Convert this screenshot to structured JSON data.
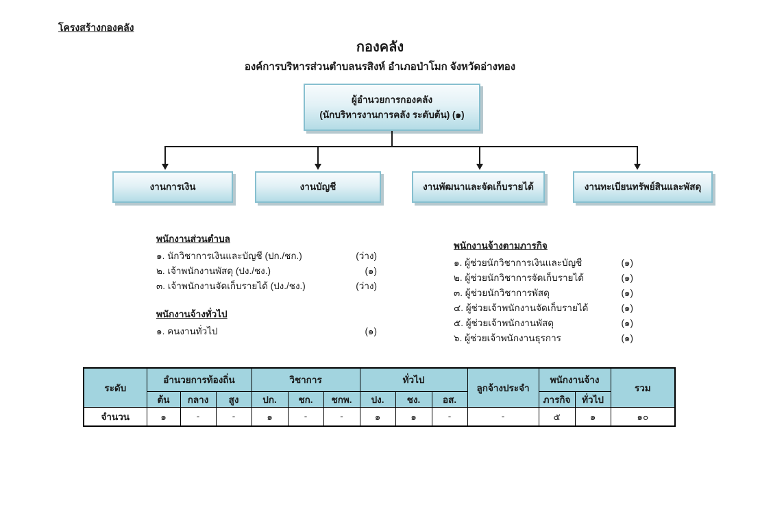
{
  "page": {
    "heading": "โครงสร้างกองคลัง",
    "title": "กองคลัง",
    "subtitle": "องค์การบริหารส่วนตำบลนรสิงห์ อำเภอป่าโมก จังหวัดอ่างทอง"
  },
  "org_chart": {
    "root": {
      "line1": "ผู้อำนวยการกองคลัง",
      "line2": "(นักบริหารงานการคลัง ระดับต้น) (๑)"
    },
    "children": [
      {
        "label": "งานการเงิน"
      },
      {
        "label": "งานบัญชี"
      },
      {
        "label": "งานพัฒนาและจัดเก็บรายได้"
      },
      {
        "label": "งานทะเบียนทรัพย์สินและพัสดุ"
      }
    ]
  },
  "staff_lists": {
    "municipal": {
      "heading": "พนักงานส่วนตำบล",
      "items": [
        {
          "label": "๑. นักวิชาการเงินและบัญชี (ปก./ชก.)",
          "count": "(ว่าง)"
        },
        {
          "label": "๒. เจ้าพนักงานพัสดุ (ปง./ชง.)",
          "count": "(๑)"
        },
        {
          "label": "๓. เจ้าพนักงานจัดเก็บรายได้ (ปง./ชง.)",
          "count": "(ว่าง)"
        }
      ]
    },
    "general": {
      "heading": "พนักงานจ้างทั่วไป",
      "items": [
        {
          "label": "๑. คนงานทั่วไป",
          "count": "(๑)"
        }
      ]
    },
    "mission": {
      "heading": "พนักงานจ้างตามภารกิจ",
      "items": [
        {
          "label": "๑. ผู้ช่วยนักวิชาการเงินและบัญชี",
          "count": "(๑)"
        },
        {
          "label": "๒. ผู้ช่วยนักวิชาการจัดเก็บรายได้",
          "count": "(๑)"
        },
        {
          "label": "๓. ผู้ช่วยนักวิชาการพัสดุ",
          "count": "(๑)"
        },
        {
          "label": "๔. ผู้ช่วยเจ้าพนักงานจัดเก็บรายได้",
          "count": "(๑)"
        },
        {
          "label": "๕. ผู้ช่วยเจ้าพนักงานพัสดุ",
          "count": "(๑)"
        },
        {
          "label": "๖. ผู้ช่วยเจ้าพนักงานธุรการ",
          "count": "(๑)"
        }
      ]
    }
  },
  "summary_table": {
    "corner": "ระดับ",
    "groups": [
      "อำนวยการท้องถิ่น",
      "วิชาการ",
      "ทั่วไป",
      "ลูกจ้างประจำ",
      "พนักงานจ้าง",
      "รวม"
    ],
    "sub_headers": [
      "ต้น",
      "กลาง",
      "สูง",
      "ปก.",
      "ชก.",
      "ชกพ.",
      "ปง.",
      "ชง.",
      "อส.",
      "ภารกิจ",
      "ทั่วไป"
    ],
    "row_label": "จำนวน",
    "values": [
      "๑",
      "-",
      "-",
      "๑",
      "-",
      "-",
      "๑",
      "๑",
      "-",
      "-",
      "๕",
      "๑",
      "๑๐"
    ]
  },
  "colors": {
    "table_header_bg": "#a2d4df",
    "box_border": "#86bfcf",
    "box_fill_top": "#f7fbfd",
    "box_fill_bottom": "#b4dce6",
    "connector": "#1a1a1a"
  }
}
